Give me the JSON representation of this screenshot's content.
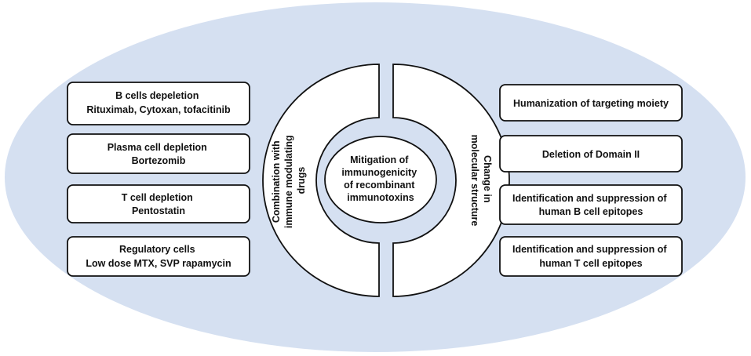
{
  "center": {
    "lines": [
      "Mitigation of",
      "immunogenicity",
      "of recombinant",
      "immunotoxins"
    ]
  },
  "left_arc": {
    "lines": [
      "Combination with",
      "immune modulating",
      "drugs"
    ]
  },
  "right_arc": {
    "lines": [
      "Change in",
      "molecular structure"
    ]
  },
  "left_boxes": [
    {
      "lines": [
        "B cells depeletion",
        "Rituximab, Cytoxan, tofacitinib"
      ]
    },
    {
      "lines": [
        "Plasma cell depletion",
        "Bortezomib"
      ]
    },
    {
      "lines": [
        "T cell depletion",
        "Pentostatin"
      ]
    },
    {
      "lines": [
        "Regulatory cells",
        "Low dose MTX, SVP rapamycin"
      ]
    }
  ],
  "right_boxes": [
    {
      "lines": [
        "Humanization of targeting moiety"
      ]
    },
    {
      "lines": [
        "Deletion of Domain II"
      ]
    },
    {
      "lines": [
        "Identification and suppression of",
        "human B cell epitopes"
      ]
    },
    {
      "lines": [
        "Identification and suppression of",
        "human T cell epitopes"
      ]
    }
  ],
  "colors": {
    "background_ellipse": "#d5e0f1",
    "shapes_fill": "#ffffff",
    "stroke": "#111111",
    "text": "#111111"
  }
}
